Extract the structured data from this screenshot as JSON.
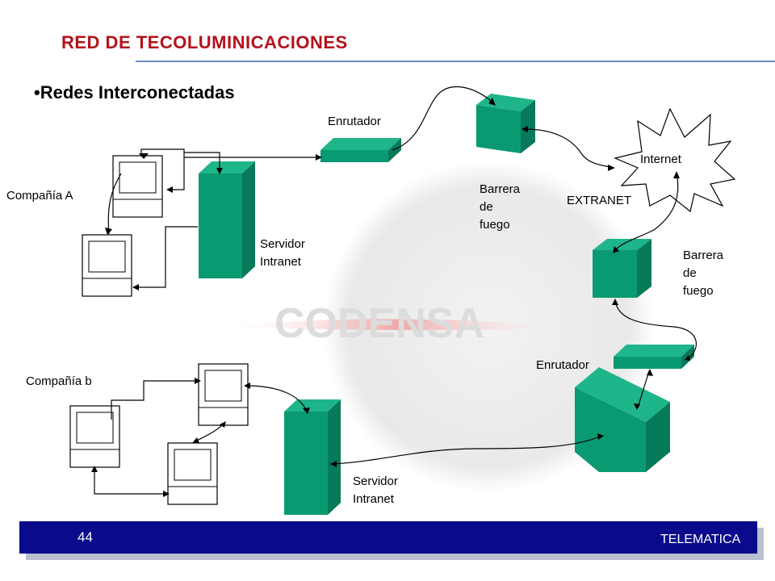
{
  "title": "RED DE TECOLUMINICACIONES",
  "bullet": "•Redes  Interconectadas",
  "watermark": "CODENSA",
  "labels": {
    "router_top": "Enrutador",
    "router_bottom": "Enrutador",
    "company_a": "Compañía A",
    "company_b": "Compañía b",
    "server_top": "Servidor\nIntranet",
    "server_bottom": "Servidor\nIntranet",
    "firewall_top": "Barrera\nde\nfuego",
    "firewall_right": "Barrera\nde\nfuego",
    "internet": "Internet",
    "extranet": "EXTRANET"
  },
  "footer": {
    "page": "44",
    "course": "TELEMATICA"
  },
  "colors": {
    "title": "#b5121b",
    "device": "#0a9a72",
    "device_dark": "#067a5a",
    "footer": "#0a0a8c"
  }
}
